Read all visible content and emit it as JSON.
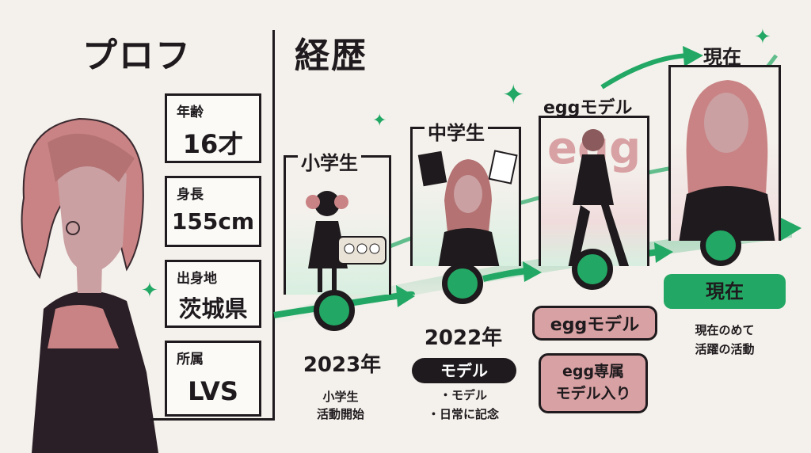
{
  "profile": {
    "heading": "プロフ",
    "items": [
      {
        "label": "年齢",
        "value": "16才"
      },
      {
        "label": "身長",
        "value": "155cm"
      },
      {
        "label": "出身地",
        "value": "茨城県"
      },
      {
        "label": "所属",
        "value": "LVS"
      }
    ]
  },
  "career": {
    "heading": "経歴",
    "stages": [
      {
        "title": "小学生",
        "year": "2023年",
        "desc_lines": [
          "小学生",
          "活動開始"
        ]
      },
      {
        "title": "中学生",
        "year": "2022年",
        "badge": "モデル",
        "desc_lines": [
          "・モデル",
          "・日常に記念"
        ]
      },
      {
        "title": "eggモデル",
        "panel_text": "egg",
        "badge": "eggモデル",
        "badge2_lines": [
          "egg専属",
          "モデル入り"
        ]
      },
      {
        "title": "現在",
        "badge": "現在",
        "desc_lines": [
          "現在のめて",
          "活躍の活動"
        ]
      }
    ]
  },
  "colors": {
    "accent": "#22a864",
    "ink": "#1e1a1d",
    "pink": "#d89a9a",
    "bg": "#f4f1ec"
  }
}
